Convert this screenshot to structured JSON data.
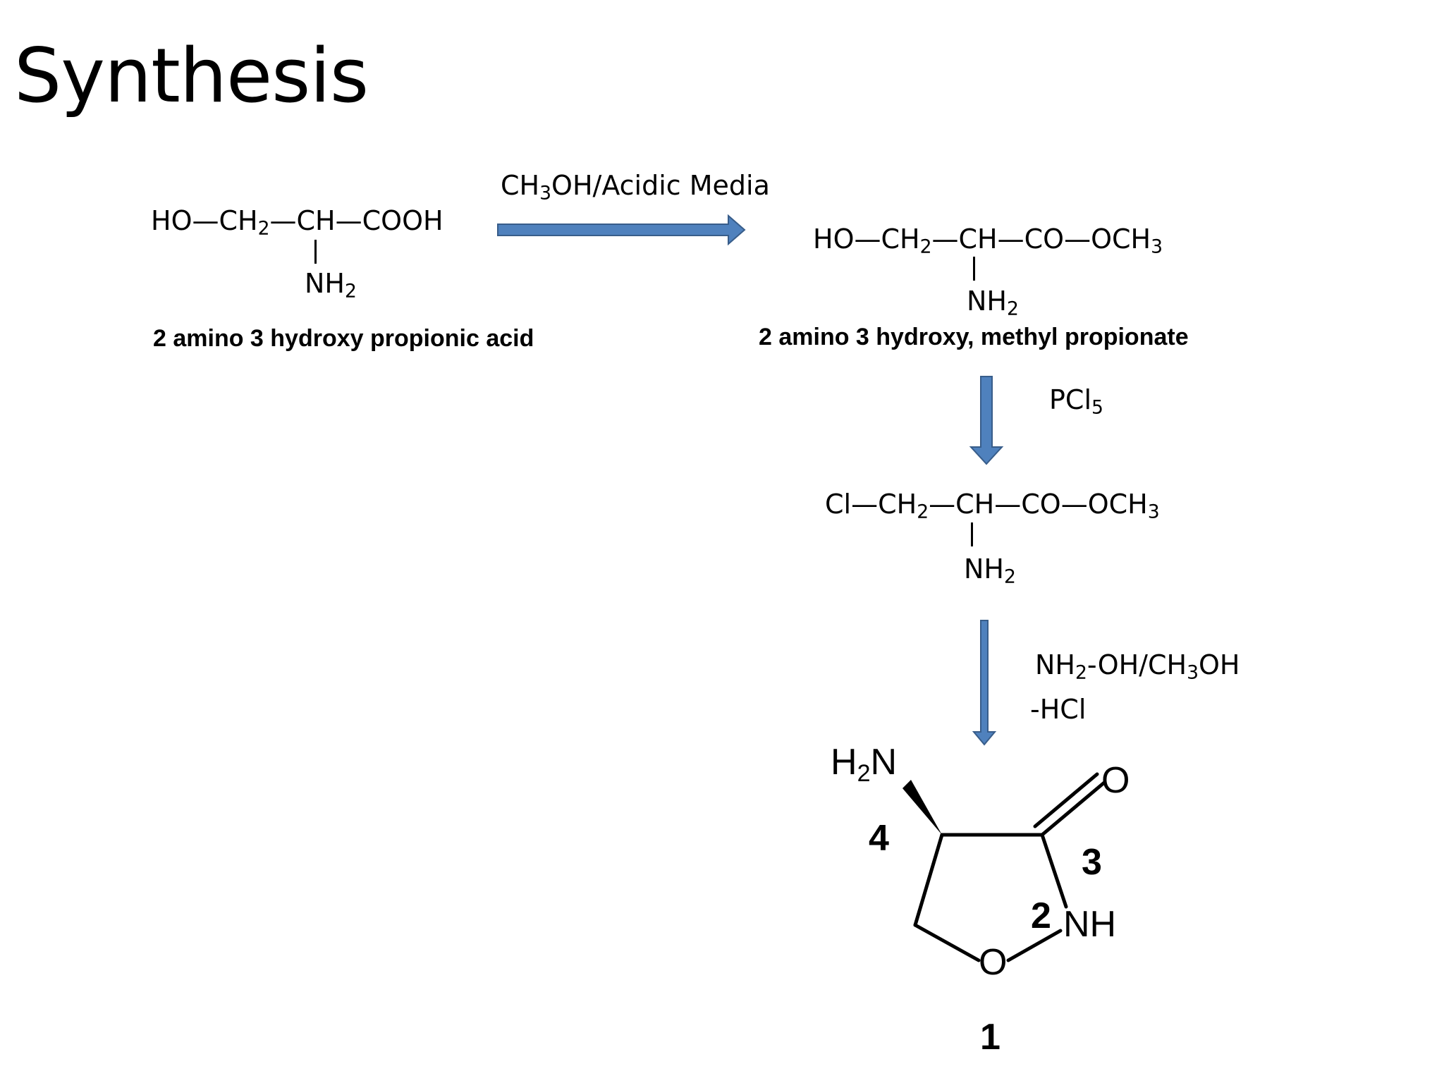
{
  "title": "Synthesis",
  "serine": {
    "chain": [
      "HO",
      "CH",
      "2",
      "CH",
      "COOH"
    ],
    "substituent": [
      "NH",
      "2"
    ],
    "name": "2 amino 3 hydroxy propionic acid"
  },
  "step1": {
    "reagent": [
      "CH",
      "3",
      "OH/Acidic Media"
    ]
  },
  "ester": {
    "chain": [
      "HO",
      "CH",
      "2",
      "CH",
      "CO",
      "OCH",
      "3"
    ],
    "substituent": [
      "NH",
      "2"
    ],
    "name": "2 amino 3 hydroxy, methyl propionate"
  },
  "step2": {
    "reagent": [
      "PCl",
      "5"
    ]
  },
  "chloro": {
    "chain": [
      "Cl",
      "CH",
      "2",
      "CH",
      "CO",
      "OCH",
      "3"
    ],
    "substituent": [
      "NH",
      "2"
    ]
  },
  "step3": {
    "reagent_line1": [
      "NH",
      "2",
      "-OH/CH",
      "3",
      "OH"
    ],
    "reagent_line2": "-HCl"
  },
  "product": {
    "amine": [
      "H",
      "2",
      "N"
    ],
    "carbonyl_oxygen": "O",
    "nh": "NH",
    "ring_oxygen": "O",
    "positions": [
      "4",
      "3",
      "2",
      "1"
    ]
  },
  "colors": {
    "arrow_fill": "#4f81bd",
    "arrow_stroke": "#385d8a",
    "text": "#000000"
  }
}
